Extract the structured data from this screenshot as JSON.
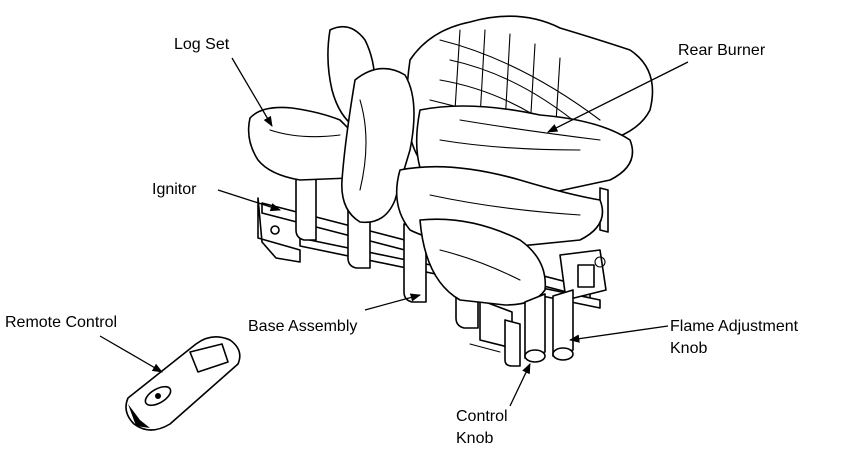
{
  "diagram": {
    "labels": {
      "log_set": "Log Set",
      "rear_burner": "Rear Burner",
      "ignitor": "Ignitor",
      "remote_control": "Remote Control",
      "base_assembly": "Base Assembly",
      "flame_adjustment_knob": [
        "Flame Adjustment",
        "Knob"
      ],
      "control_knob": [
        "Control",
        "Knob"
      ]
    },
    "colors": {
      "line": "#000000",
      "background": "#ffffff"
    }
  }
}
